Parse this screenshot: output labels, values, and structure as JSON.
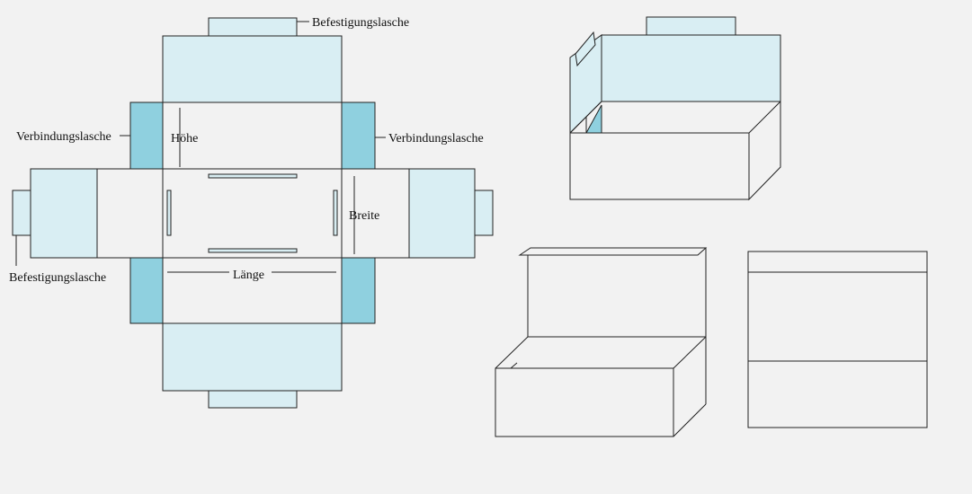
{
  "labels": {
    "tab_top": "Befestigungslasche",
    "tab_left": "Befestigungslasche",
    "connector_left": "Verbindungslasche",
    "connector_right": "Verbindungslasche",
    "height": "Höhe",
    "width": "Breite",
    "length": "Länge"
  },
  "colors": {
    "background": "#f2f2f2",
    "light_fill": "#d9eef3",
    "dark_fill": "#8fd0df",
    "stroke": "#222222"
  }
}
